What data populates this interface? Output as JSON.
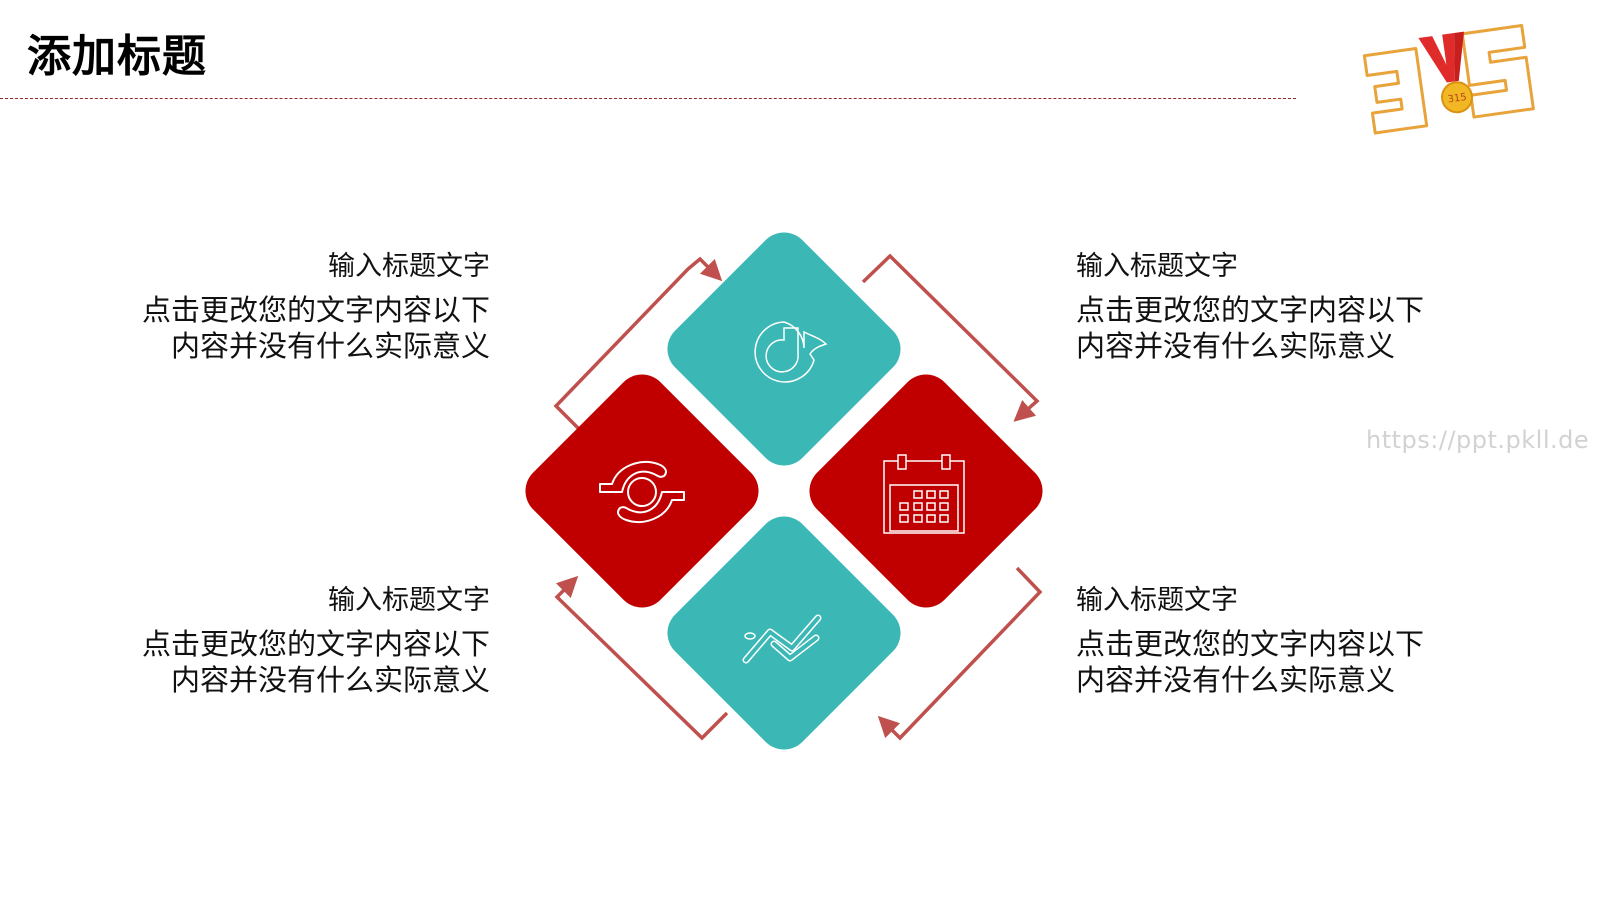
{
  "slide": {
    "title": "添加标题",
    "watermark": "https://ppt.pkll.de",
    "logo": {
      "text": "315",
      "medal_text": "315",
      "icon": "315-medal-logo"
    }
  },
  "colors": {
    "teal": "#3bb8b5",
    "red": "#c00000",
    "arrow": "#c0504d",
    "divider": "#8e2a2a"
  },
  "tiles": [
    {
      "position": "top",
      "color": "teal",
      "icon": "music-note-icon"
    },
    {
      "position": "left",
      "color": "red",
      "icon": "sync-refresh-icon"
    },
    {
      "position": "right",
      "color": "red",
      "icon": "calendar-icon"
    },
    {
      "position": "bottom",
      "color": "teal",
      "icon": "trend-line-icon"
    }
  ],
  "text_blocks": [
    {
      "position": "top-left",
      "title": "输入标题文字",
      "line1": "点击更改您的文字内容以下",
      "line2": "内容并没有什么实际意义"
    },
    {
      "position": "top-right",
      "title": "输入标题文字",
      "line1": "点击更改您的文字内容以下",
      "line2": "内容并没有什么实际意义"
    },
    {
      "position": "bottom-left",
      "title": "输入标题文字",
      "line1": "点击更改您的文字内容以下",
      "line2": "内容并没有什么实际意义"
    },
    {
      "position": "bottom-right",
      "title": "输入标题文字",
      "line1": "点击更改您的文字内容以下",
      "line2": "内容并没有什么实际意义"
    }
  ]
}
